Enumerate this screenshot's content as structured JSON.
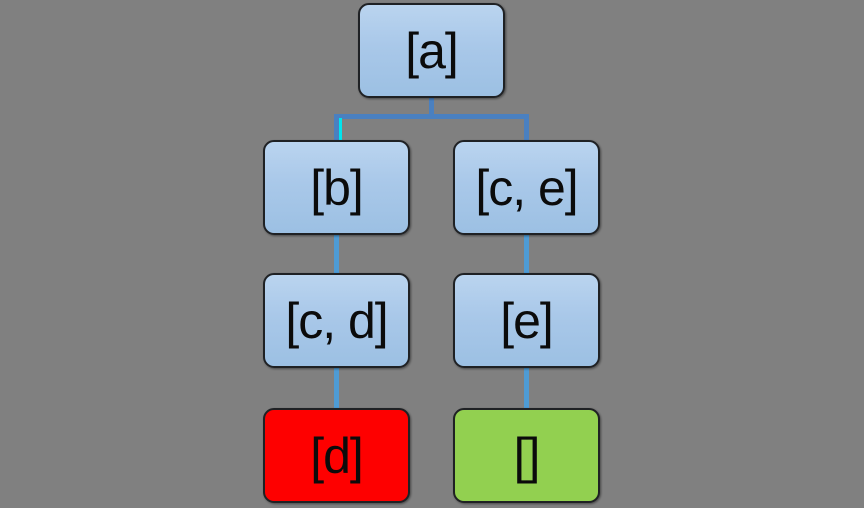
{
  "diagram": {
    "type": "search-tree",
    "background_color": "#808080",
    "node_fill_top": "#bad4ef",
    "node_fill_bottom": "#9cc0e3",
    "node_border_color": "#1f2124",
    "node_text_color": "#0b0b0b",
    "connector_color": "#4a80c0",
    "connector_color_light": "#4e9bd4",
    "connector_highlight_color": "#00e5ee",
    "failure_node_color": "#fe0000",
    "success_node_color": "#92d050",
    "nodes": {
      "a": {
        "label": "[a]",
        "fill": "blue"
      },
      "b": {
        "label": "[b]",
        "fill": "blue"
      },
      "ce": {
        "label": "[c, e]",
        "fill": "blue"
      },
      "cd": {
        "label": "[c, d]",
        "fill": "blue"
      },
      "e": {
        "label": "[e]",
        "fill": "blue"
      },
      "d": {
        "label": "[d]",
        "fill": "red"
      },
      "empty": {
        "label": "[]",
        "fill": "green"
      }
    },
    "edges": [
      {
        "from": "a",
        "to": "b"
      },
      {
        "from": "a",
        "to": "ce"
      },
      {
        "from": "b",
        "to": "cd"
      },
      {
        "from": "ce",
        "to": "e"
      },
      {
        "from": "cd",
        "to": "d"
      },
      {
        "from": "e",
        "to": "empty"
      }
    ]
  }
}
